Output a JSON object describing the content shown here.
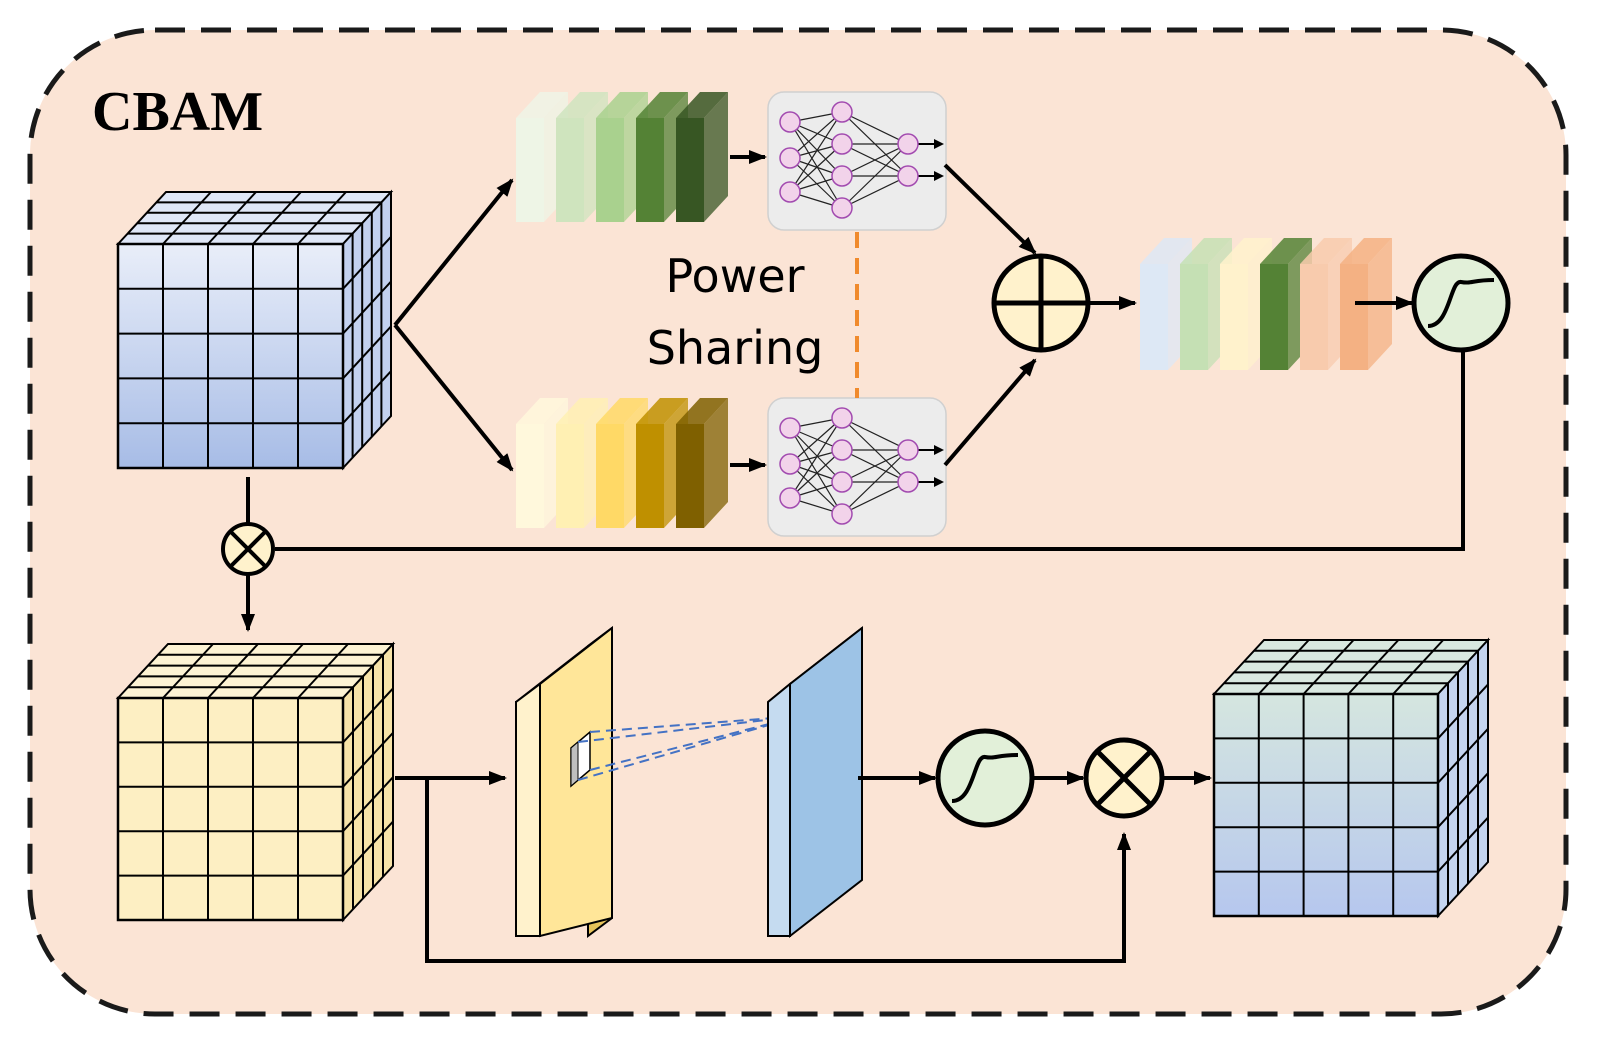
{
  "diagram": {
    "title": "CBAM",
    "shared_label_line1": "Power",
    "shared_label_line2": "Sharing"
  },
  "colors": {
    "background": "#fbe4d5",
    "border": "#1a1a1a",
    "dashed_link": "#f08a2c",
    "input_cube": [
      "#e9eef9",
      "#a7bce6"
    ],
    "refined_cube": "#fdefc3",
    "output_cube": [
      "#d5e6df",
      "#b6c7ee"
    ],
    "max_pool_stack": [
      "#eef5e6",
      "#cfe4be",
      "#a9d18e",
      "#548235",
      "#375623"
    ],
    "avg_pool_stack": [
      "#fff8dc",
      "#fff0b3",
      "#ffd966",
      "#bf9000",
      "#7f6000"
    ],
    "merged_stack": [
      "#dde8f5",
      "#c5e0b4",
      "#fff2cc",
      "#548235",
      "#f8cbad",
      "#f4b183"
    ],
    "spatial_pool_map": "#ffe699",
    "conv_output_map": "#9dc3e6",
    "operator_fill": "#fff2cc",
    "sigmoid_fill": "#e2f0d9",
    "mlp_box": "#ececec",
    "neuron": "#f2d3ea"
  },
  "icons": [
    "element-wise-sum-icon",
    "element-wise-multiply-icon",
    "sigmoid-icon",
    "mlp-network-icon"
  ]
}
